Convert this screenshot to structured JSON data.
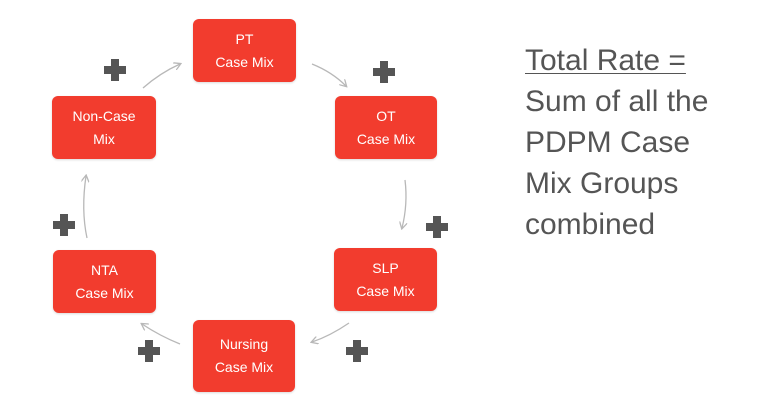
{
  "colors": {
    "box_fill": "#f23c2e",
    "box_text": "#ffffff",
    "plus_sign": "#555555",
    "arrow": "#b8b8b8",
    "formula_text": "#555555"
  },
  "nodes": {
    "pt": {
      "line1": "PT",
      "line2": "Case Mix"
    },
    "ot": {
      "line1": "OT",
      "line2": "Case Mix"
    },
    "slp": {
      "line1": "SLP",
      "line2": "Case Mix"
    },
    "nursing": {
      "line1": "Nursing",
      "line2": "Case Mix"
    },
    "nta": {
      "line1": "NTA",
      "line2": "Case Mix"
    },
    "noncase": {
      "line1": "Non-Case",
      "line2": "Mix"
    }
  },
  "edges": [
    {
      "from": "pt",
      "to": "ot"
    },
    {
      "from": "ot",
      "to": "slp"
    },
    {
      "from": "slp",
      "to": "nursing"
    },
    {
      "from": "nursing",
      "to": "nta"
    },
    {
      "from": "nta",
      "to": "noncase"
    },
    {
      "from": "noncase",
      "to": "pt"
    }
  ],
  "connector_icon": "plus-icon",
  "formula": {
    "title": "Total Rate =",
    "lines": [
      "Sum of all the",
      "PDPM Case",
      "Mix Groups",
      "combined"
    ]
  }
}
